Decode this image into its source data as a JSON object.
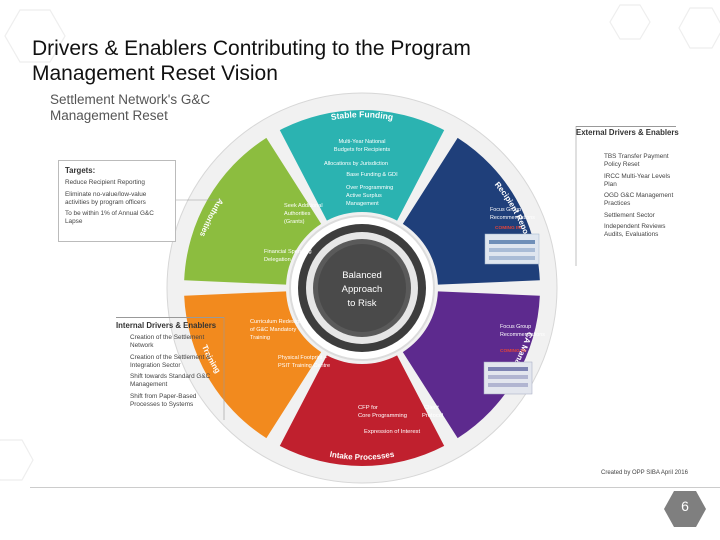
{
  "slide": {
    "title_line1": "Drivers & Enablers Contributing to the Program",
    "title_line2": "Management Reset Vision",
    "page_number": "6"
  },
  "figure": {
    "title_line1": "Settlement Network's G&C",
    "title_line2": "Management Reset",
    "center_lines": [
      "Balanced",
      "Approach",
      "to Risk"
    ],
    "segments": {
      "stable_funding": {
        "label": "Stable Funding",
        "color": "#2bb3b1",
        "lines": [
          "Multi-Year National",
          "Budgets for Recipients"
        ],
        "extra": [
          "Allocations by Jurisdiction",
          "Base Funding & GDI",
          "Over Programming",
          "Active Surplus",
          "Management"
        ]
      },
      "recipient_reporting": {
        "label": "Recipient Reporting",
        "color": "#1f3f7a",
        "lines": [
          "Focus Group",
          "Recommendations"
        ],
        "tag": "COMING IN"
      },
      "ca_management": {
        "label": "CA Management",
        "color": "#5d2a8e",
        "lines": [
          "Focus Group",
          "Recommendations"
        ],
        "tag": "COMING IN"
      },
      "intake_processes": {
        "label": "Intake Processes",
        "color": "#c0202e",
        "lines": [
          "CFP for",
          "Core Programming",
          "Expression of Interest"
        ],
        "extra": [
          "Client",
          "Protocol"
        ]
      },
      "training": {
        "label": "Training",
        "color": "#f28a1e",
        "lines": [
          "Curriculum Redesign",
          "of G&C Mandatory",
          "Training"
        ],
        "extra": [
          "Physical Footprint –",
          "PSIT Training Centre"
        ]
      },
      "authorities": {
        "label": "Authorities",
        "color": "#8cbd3f",
        "lines": [
          "Seek Additional",
          "Authorities",
          "(Grants)"
        ],
        "extra": [
          "Financial Spending",
          "Delegation"
        ]
      }
    },
    "targets": {
      "heading": "Targets:",
      "items": [
        "Reduce Recipient Reporting",
        "Eliminate no-value/low-value activities by program officers",
        "To be within 1% of Annual G&C Lapse"
      ]
    },
    "internal": {
      "heading": "Internal Drivers & Enablers",
      "items": [
        "Creation of the Settlement Network",
        "Creation of the Settlement & Integration Sector",
        "Shift towards Standard G&C Management",
        "Shift from Paper-Based Processes to Systems"
      ]
    },
    "external": {
      "heading": "External Drivers & Enablers",
      "items": [
        "TBS Transfer Payment Policy Reset",
        "IRCC Multi-Year Levels Plan",
        "OGD G&C Management Practices",
        "Settlement Sector",
        "Independent Reviews Audits, Evaluations"
      ]
    },
    "credit": "Created by OPP SIBA April 2016"
  }
}
